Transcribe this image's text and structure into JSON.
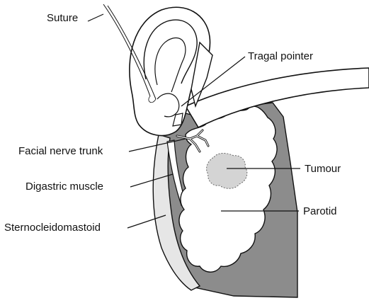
{
  "labels": {
    "suture": "Suture",
    "tragal_pointer": "Tragal pointer",
    "facial_nerve_trunk": "Facial nerve trunk",
    "tumour": "Tumour",
    "digastric_muscle": "Digastric muscle",
    "parotid": "Parotid",
    "sternocleidomastoid": "Sternocleidomastoid"
  },
  "colors": {
    "outline": "#111111",
    "shaded_tissue": "#8c8c8c",
    "tumour_fill": "#d4d4d4",
    "gland_fill": "#ffffff"
  }
}
